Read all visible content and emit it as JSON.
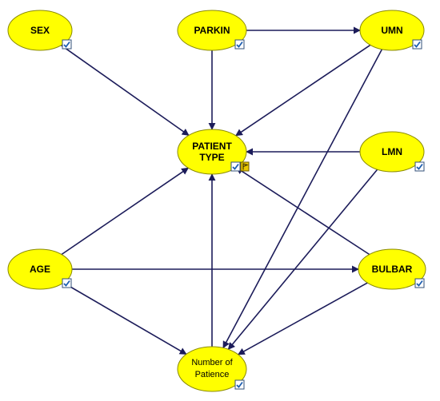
{
  "colors": {
    "node_fill": "#ffff00",
    "edge": "#1c1c5a",
    "checkbox_mark": "#1f5fb0",
    "flag": "#e8c800"
  },
  "nodes": {
    "sex": {
      "label": "SEX"
    },
    "parkin": {
      "label": "PARKIN"
    },
    "umn": {
      "label": "UMN"
    },
    "patient_type": {
      "label_line1": "PATIENT",
      "label_line2": "TYPE"
    },
    "lmn": {
      "label": "LMN"
    },
    "age": {
      "label": "AGE"
    },
    "bulbar": {
      "label": "BULBAR"
    },
    "number_of_patience": {
      "label_line1": "Number of",
      "label_line2": "Patience"
    }
  },
  "edges": [
    {
      "from": "parkin",
      "to": "umn"
    },
    {
      "from": "sex",
      "to": "patient_type"
    },
    {
      "from": "parkin",
      "to": "patient_type"
    },
    {
      "from": "umn",
      "to": "patient_type"
    },
    {
      "from": "lmn",
      "to": "patient_type"
    },
    {
      "from": "bulbar",
      "to": "patient_type"
    },
    {
      "from": "age",
      "to": "patient_type"
    },
    {
      "from": "age",
      "to": "bulbar"
    },
    {
      "from": "age",
      "to": "number_of_patience"
    },
    {
      "from": "umn",
      "to": "number_of_patience"
    },
    {
      "from": "lmn",
      "to": "number_of_patience"
    },
    {
      "from": "bulbar",
      "to": "number_of_patience"
    },
    {
      "from": "number_of_patience",
      "to": "patient_type"
    }
  ],
  "icons": {
    "checkbox": "checked-checkbox-icon",
    "flag": "flag-icon"
  }
}
